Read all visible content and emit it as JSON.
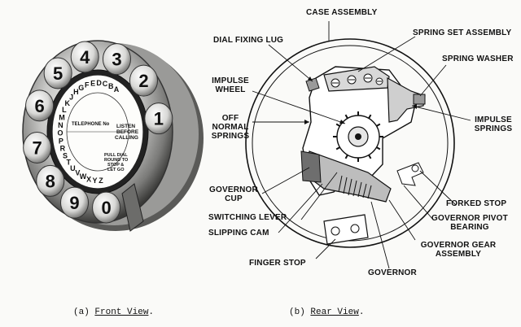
{
  "front": {
    "dial_numbers": [
      "1",
      "2",
      "3",
      "4",
      "5",
      "6",
      "7",
      "8",
      "9",
      "0"
    ],
    "letters": [
      "A",
      "B",
      "C",
      "D",
      "E",
      "F",
      "G",
      "H",
      "J",
      "K",
      "L",
      "M",
      "N",
      "O",
      "P",
      "R",
      "S",
      "T",
      "U",
      "V",
      "W",
      "X",
      "Y",
      "Z"
    ],
    "card_lines": {
      "telephone": "TELEPHONE No",
      "listen": [
        "LISTEN",
        "BEFORE",
        "CALLING"
      ],
      "pull": [
        "PULL DIAL",
        "ROUND TO",
        "STOP &",
        "LET GO"
      ]
    }
  },
  "rear": {
    "labels": {
      "case_assembly": "CASE ASSEMBLY",
      "dial_fixing_lug": "DIAL FIXING LUG",
      "spring_set_assembly": "SPRING SET ASSEMBLY",
      "spring_washer": "SPRING WASHER",
      "impulse_wheel": [
        "IMPULSE",
        "WHEEL"
      ],
      "off_normal_springs": [
        "OFF",
        "NORMAL",
        "SPRINGS"
      ],
      "impulse_springs": [
        "IMPULSE",
        "SPRINGS"
      ],
      "governor_cup": [
        "GOVERNOR",
        "CUP"
      ],
      "switching_lever": "SWITCHING LEVER",
      "slipping_cam": "SLIPPING CAM",
      "forked_stop": "FORKED STOP",
      "governor_pivot_bearing": [
        "GOVERNOR PIVOT",
        "BEARING"
      ],
      "governor_gear_assembly": [
        "GOVERNOR GEAR",
        "ASSEMBLY"
      ],
      "finger_stop": "FINGER STOP",
      "governor": "GOVERNOR"
    }
  },
  "captions": {
    "front_prefix": "(a) ",
    "front_title": "Front View",
    "rear_prefix": "(b) ",
    "rear_title": "Rear View",
    "suffix": "."
  }
}
